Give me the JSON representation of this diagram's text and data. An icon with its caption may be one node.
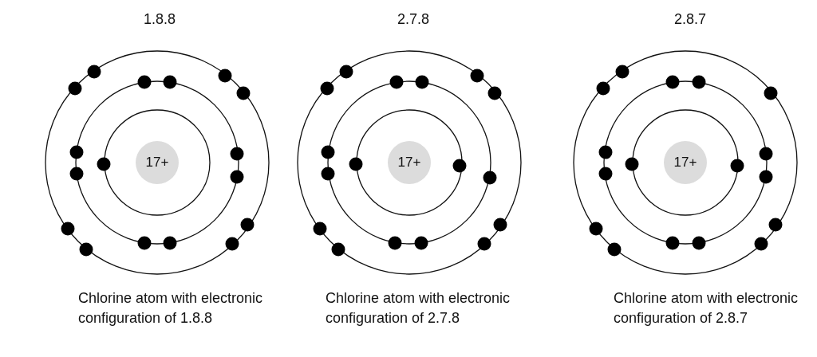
{
  "diagram": {
    "nodes": [
      {
        "text": [
          "17+"
        ]
      },
      {
        "text": [
          "17+"
        ]
      },
      {
        "text": [
          "17+"
        ]
      }
    ],
    "labels": [
      "1.8.8",
      "2.7.8",
      "2.8.7",
      "Chlorine atom with electronic configuration of 1.8.8",
      "Chlorine atom with electronic configuration of 2.7.8",
      "Chlorine atom with electronic configuration of 2.8.7"
    ]
  }
}
